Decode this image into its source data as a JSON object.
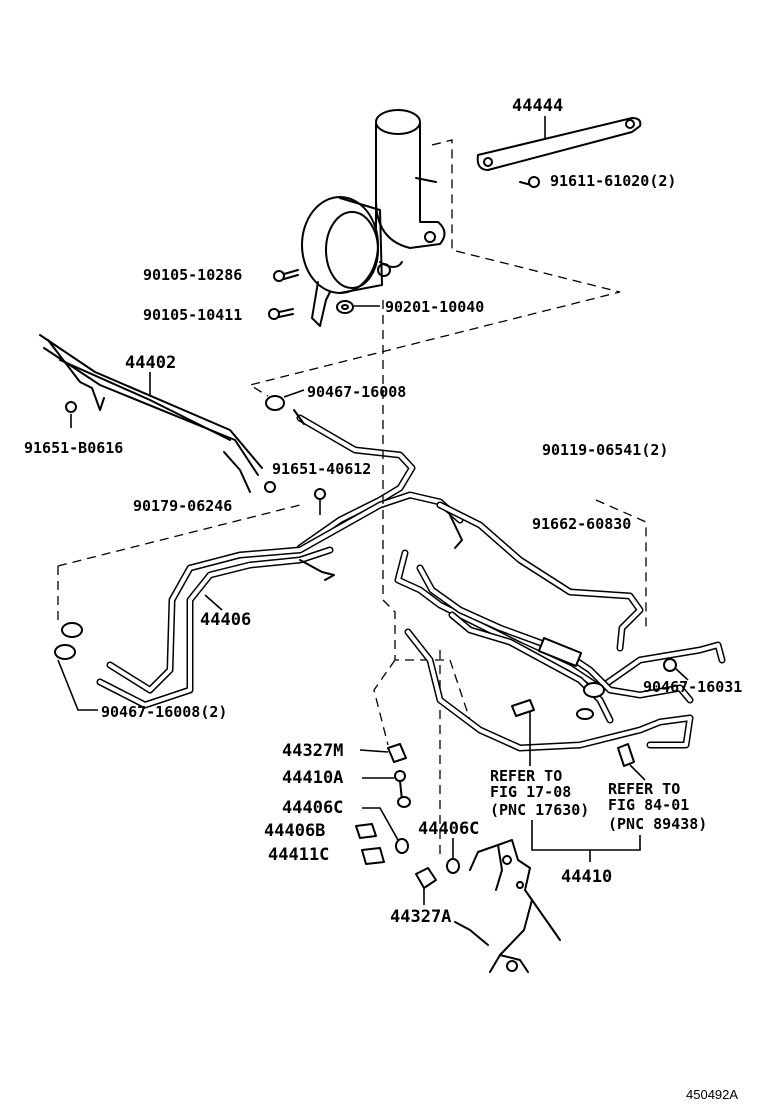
{
  "labels": {
    "l44444": "44444",
    "l91611": "91611-61020(2)",
    "l90105a": "90105-10286",
    "l90105b": "90105-10411",
    "l90201": "90201-10040",
    "l44402": "44402",
    "l90467a": "90467-16008",
    "l91651b": "91651-B0616",
    "l91651": "91651-40612",
    "l90119": "90119-06541(2)",
    "l90179": "90179-06246",
    "l91662": "91662-60830",
    "l44406": "44406",
    "l90467c": "90467-16031",
    "l90467b": "90467-16008(2)",
    "l44327m": "44327M",
    "l44410a": "44410A",
    "l44406c1": "44406C",
    "l44406b": "44406B",
    "l44406c2": "44406C",
    "l44411c": "44411C",
    "l44327a": "44327A",
    "l44410": "44410"
  },
  "refs": {
    "r1a": "REFER TO",
    "r1b": "FIG 17-08",
    "r1c": "(PNC 17630)",
    "r2a": "REFER TO",
    "r2b": "FIG 84-01",
    "r2c": "(PNC 89438)"
  },
  "figure_id": "450492A"
}
